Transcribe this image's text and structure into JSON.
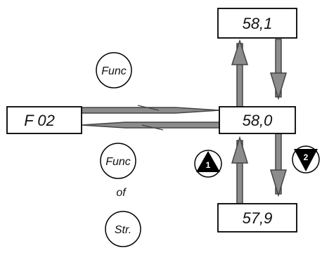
{
  "boxes": {
    "top": "58,1",
    "middle": "58,0",
    "bottom": "57,9",
    "left": "F 02"
  },
  "circles": {
    "upper": "Func",
    "lower_top": "Func",
    "lower_bottom": "Str."
  },
  "connector_text": "of",
  "badges": {
    "up": "1",
    "down": "2"
  },
  "colors": {
    "arrow_fill": "#8c8c8c",
    "arrow_stroke": "#444444",
    "badge": "#000000",
    "box_border": "#000000"
  }
}
